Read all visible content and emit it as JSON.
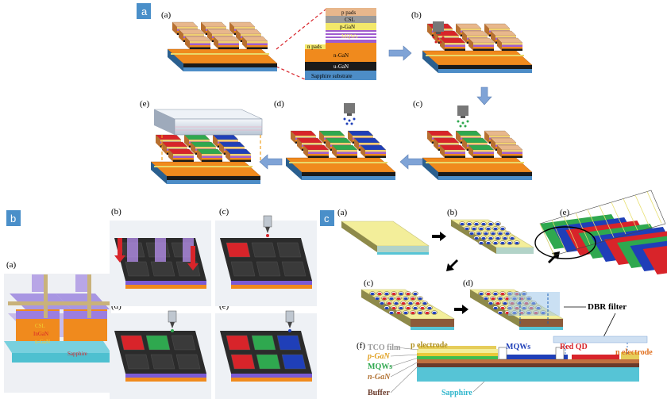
{
  "panels": {
    "a": {
      "tag": "a",
      "sub_labels": [
        "(a)",
        "(b)",
        "(c)",
        "(d)",
        "(e)"
      ],
      "stack_layers": [
        "p pads",
        "CSL",
        "p-GaN",
        "MQWs",
        "n pads",
        "n-GaN",
        "u-GaN",
        "Sapphire substrate"
      ]
    },
    "b": {
      "tag": "b",
      "sub_labels": [
        "(a)",
        "(b)",
        "(c)",
        "(d)",
        "(e)"
      ],
      "device_labels": [
        "CSL",
        "InGaN",
        "n-GaN",
        "Sapphire"
      ]
    },
    "c": {
      "tag": "c",
      "sub_labels": [
        "(a)",
        "(b)",
        "(c)",
        "(d)",
        "(e)",
        "(f)"
      ],
      "dbr_label": "DBR filter",
      "cross_section": {
        "left_labels": [
          "TCO film",
          "p-GaN",
          "MQWs",
          "n-GaN",
          "Buffer"
        ],
        "top_labels": [
          "p electrode",
          "MQWs",
          "Red QD"
        ],
        "right_label": "n electrode",
        "bottom_label": "Sapphire"
      }
    }
  },
  "colors": {
    "tag_bg": "#4a8fc9",
    "red": "#d8242a",
    "green": "#2fa84f",
    "blue": "#1f3fb8",
    "arrow": "#7fa3d6",
    "orange": "#f08a1d",
    "substrate": "#4d8dc7",
    "pads": "#e9d86a",
    "yellow_film": "#f3ee9a",
    "sapphire": "#55d4e4"
  }
}
